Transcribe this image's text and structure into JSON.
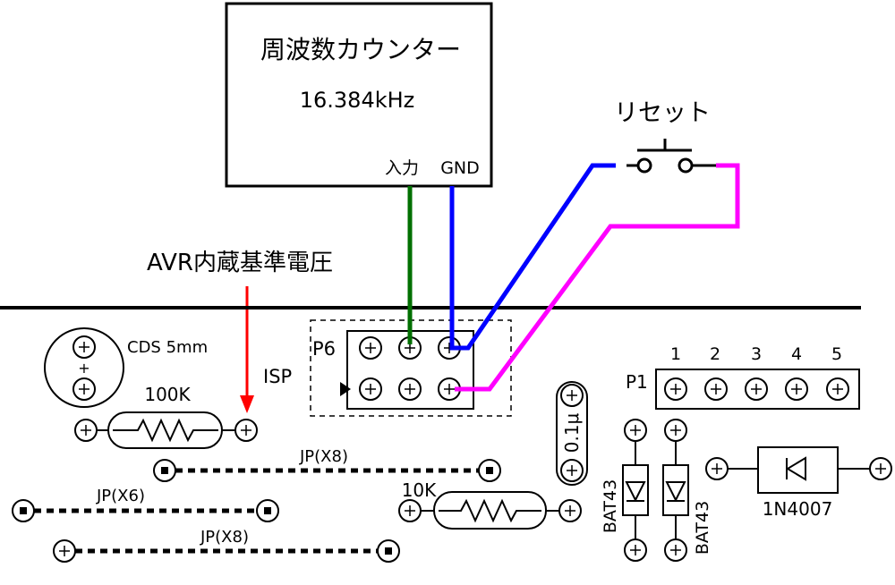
{
  "counter": {
    "title": "周波数カウンター",
    "frequency": "16.384kHz",
    "input_label": "入力",
    "gnd_label": "GND"
  },
  "reset_label": "リセット",
  "avr_label": "AVR内蔵基準電圧",
  "isp": {
    "name": "P6",
    "label": "ISP"
  },
  "cds_label": "CDS 5mm",
  "resistor_100k": "100K",
  "resistor_10k": "10K",
  "capacitor": "0.1μ",
  "p1": {
    "name": "P1",
    "pins": [
      "1",
      "2",
      "3",
      "4",
      "5"
    ]
  },
  "jumpers": [
    "JP(X8)",
    "JP(X6)",
    "JP(X8)"
  ],
  "diodes": [
    "BAT43",
    "BAT43",
    "1N4007"
  ],
  "colors": {
    "input_wire": "#007000",
    "gnd_wire": "#0000ff",
    "reset_wire": "#ff00ff",
    "arrow": "#ff0000"
  }
}
